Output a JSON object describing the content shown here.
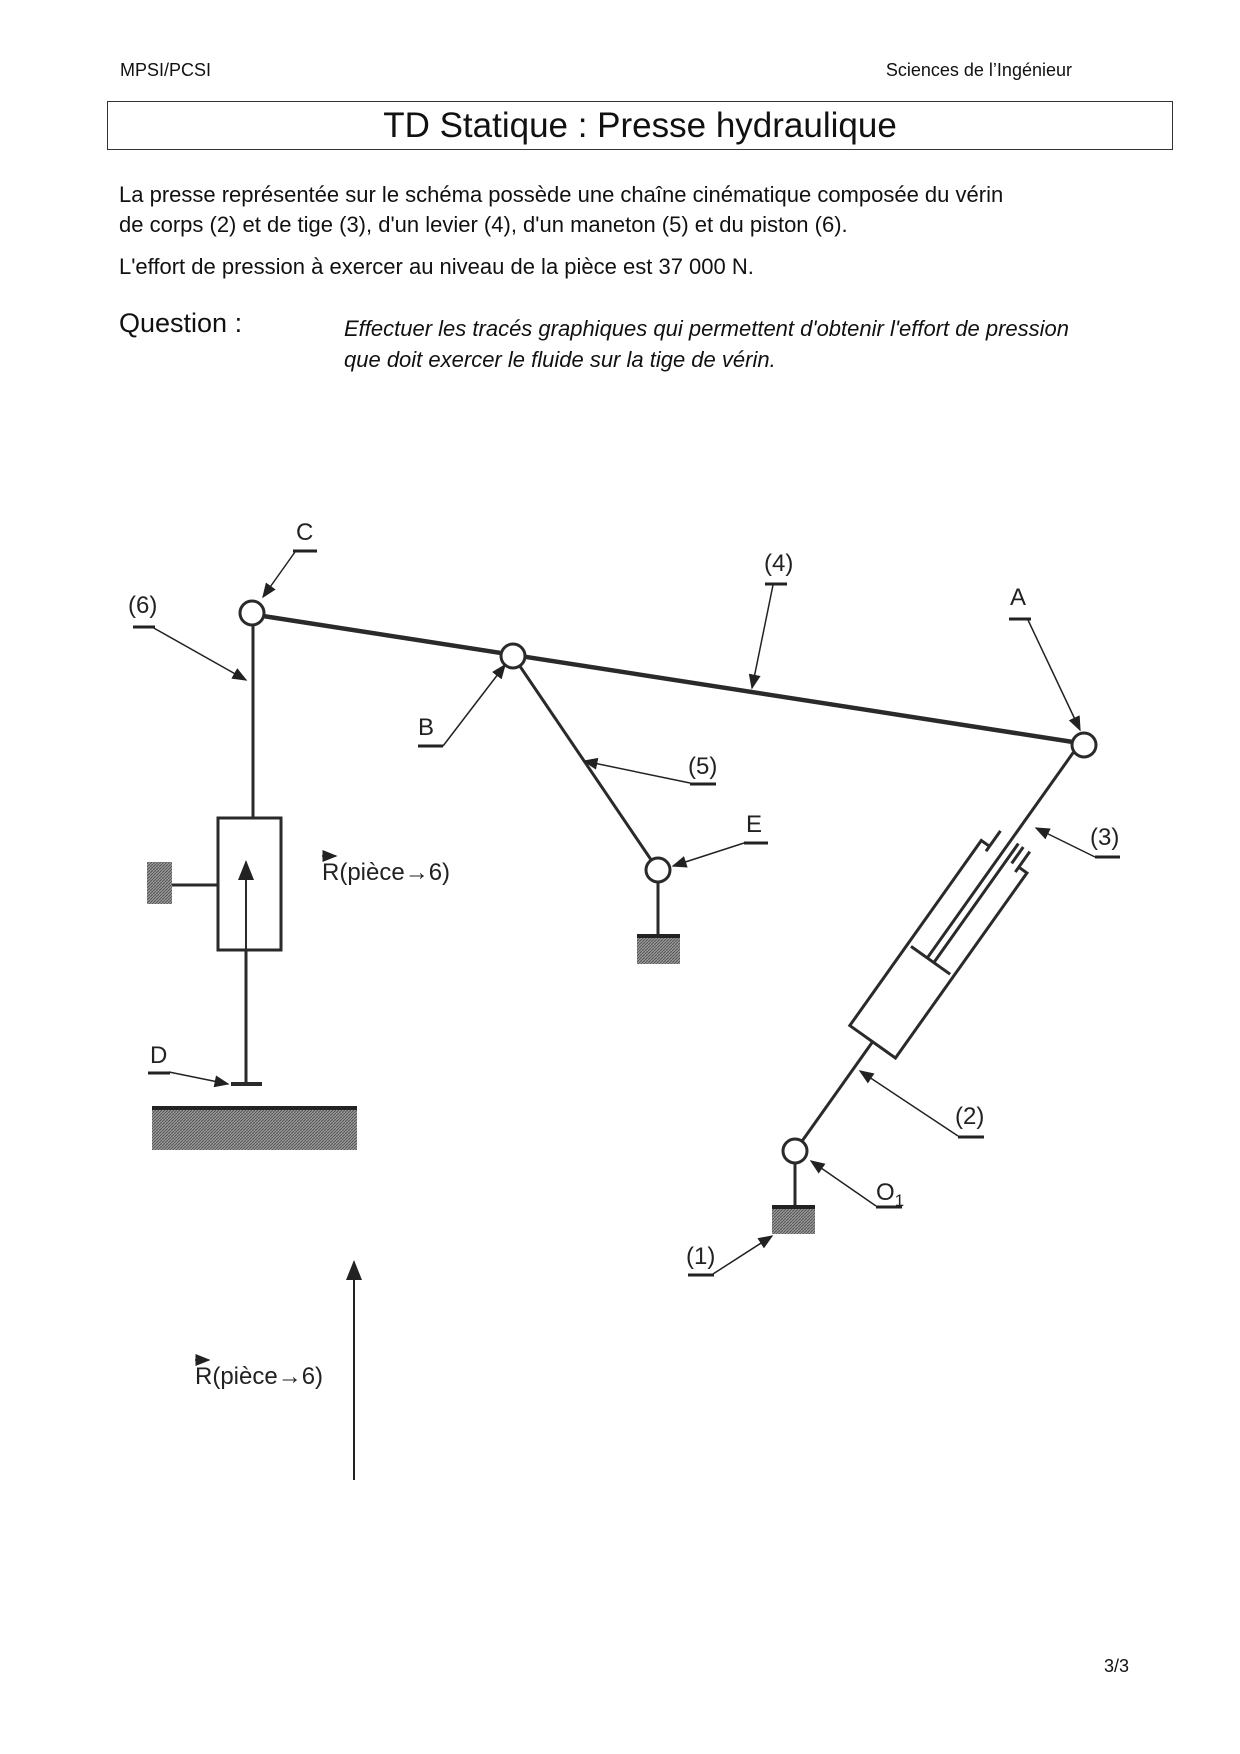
{
  "header": {
    "left": "MPSI/PCSI",
    "right": "Sciences de l’Ingénieur"
  },
  "title": "TD Statique : Presse hydraulique",
  "intro": {
    "line1": "La presse représentée sur le schéma possède une chaîne cinématique composée du vérin",
    "line2": "de corps (2) et de tige (3), d'un levier (4), d'un maneton (5) et du piston (6).",
    "effort": "L'effort de pression à exercer au niveau de la pièce est  37 000 N."
  },
  "question": {
    "label": "Question :",
    "text": "Effectuer les tracés graphiques qui permettent d'obtenir l'effort de pression que doit exercer le fluide sur la tige de vérin."
  },
  "diagram": {
    "labels": {
      "C": "C",
      "A": "A",
      "B": "B",
      "D": "D",
      "E": "E",
      "O1_main": "O",
      "O1_sub": "1",
      "part1": "(1)",
      "part2": "(2)",
      "part3": "(3)",
      "part4": "(4)",
      "part5": "(5)",
      "part6": "(6)"
    },
    "force_label": "R(pièce→6)",
    "force_label_2": "R(pièce→6)"
  },
  "page_number": "3/3"
}
